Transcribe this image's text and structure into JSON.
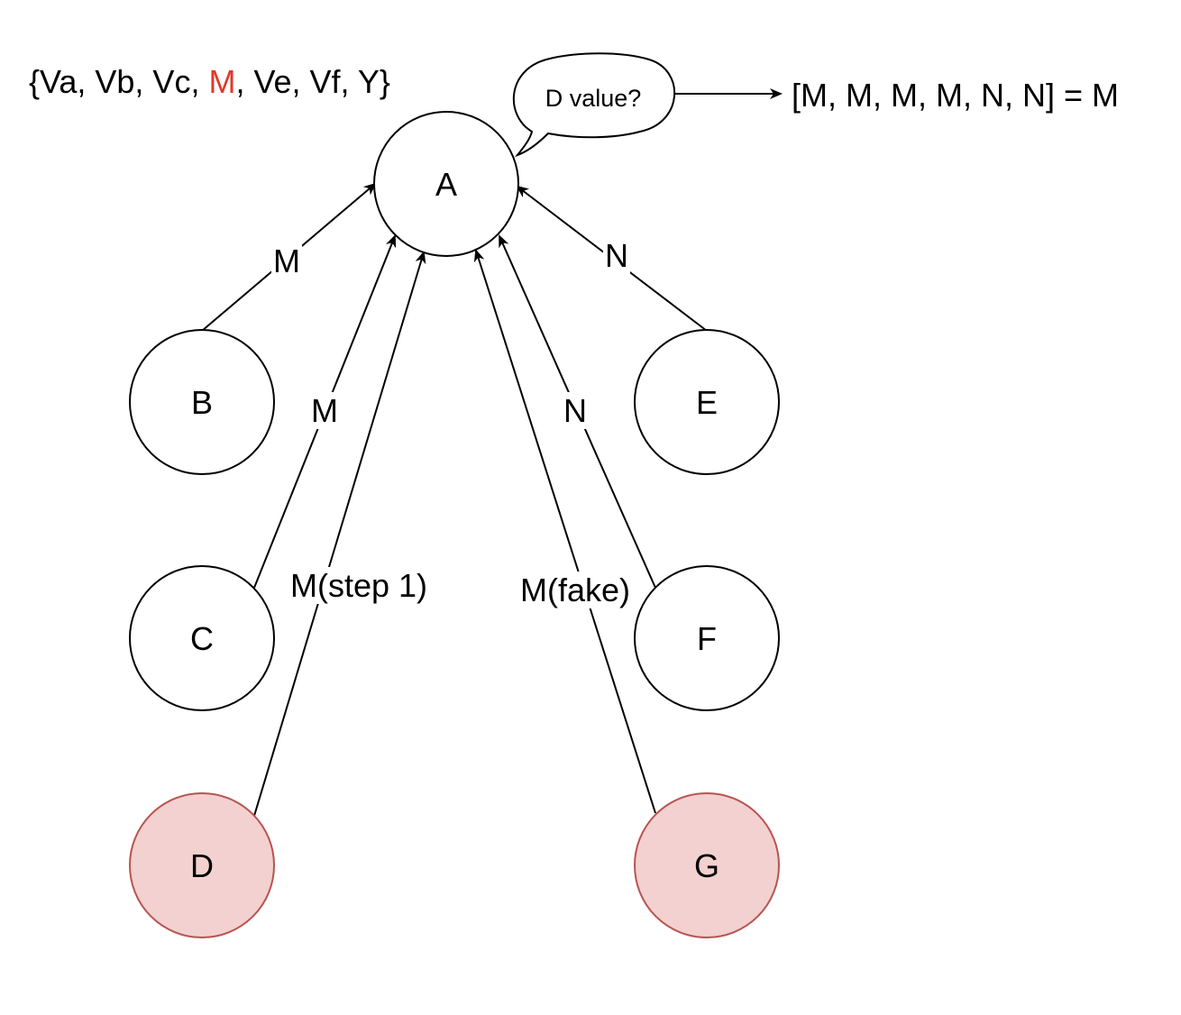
{
  "value_set": {
    "open": "{",
    "items_before": "Va, Vb, Vc, ",
    "highlighted": "M",
    "items_after": ", Ve, Vf, Y",
    "close": "}",
    "highlight_color": "#e0392b"
  },
  "speech_bubble": {
    "text": "D value?"
  },
  "result": {
    "text": "[M, M, M, M, N, N] = M"
  },
  "nodes": [
    {
      "id": "A",
      "label": "A",
      "faulty": false
    },
    {
      "id": "B",
      "label": "B",
      "faulty": false
    },
    {
      "id": "C",
      "label": "C",
      "faulty": false
    },
    {
      "id": "D",
      "label": "D",
      "faulty": true
    },
    {
      "id": "E",
      "label": "E",
      "faulty": false
    },
    {
      "id": "F",
      "label": "F",
      "faulty": false
    },
    {
      "id": "G",
      "label": "G",
      "faulty": true
    }
  ],
  "edges": [
    {
      "from": "B",
      "to": "A",
      "label": "M"
    },
    {
      "from": "C",
      "to": "A",
      "label": "M"
    },
    {
      "from": "D",
      "to": "A",
      "label": "M(step 1)"
    },
    {
      "from": "G",
      "to": "A",
      "label": "M(fake)"
    },
    {
      "from": "F",
      "to": "A",
      "label": "N"
    },
    {
      "from": "E",
      "to": "A",
      "label": "N"
    }
  ],
  "colors": {
    "normal_node_fill": "#ffffff",
    "faulty_node_fill": "#f2d1d0",
    "faulty_node_stroke": "#b85450",
    "stroke": "#000000"
  }
}
